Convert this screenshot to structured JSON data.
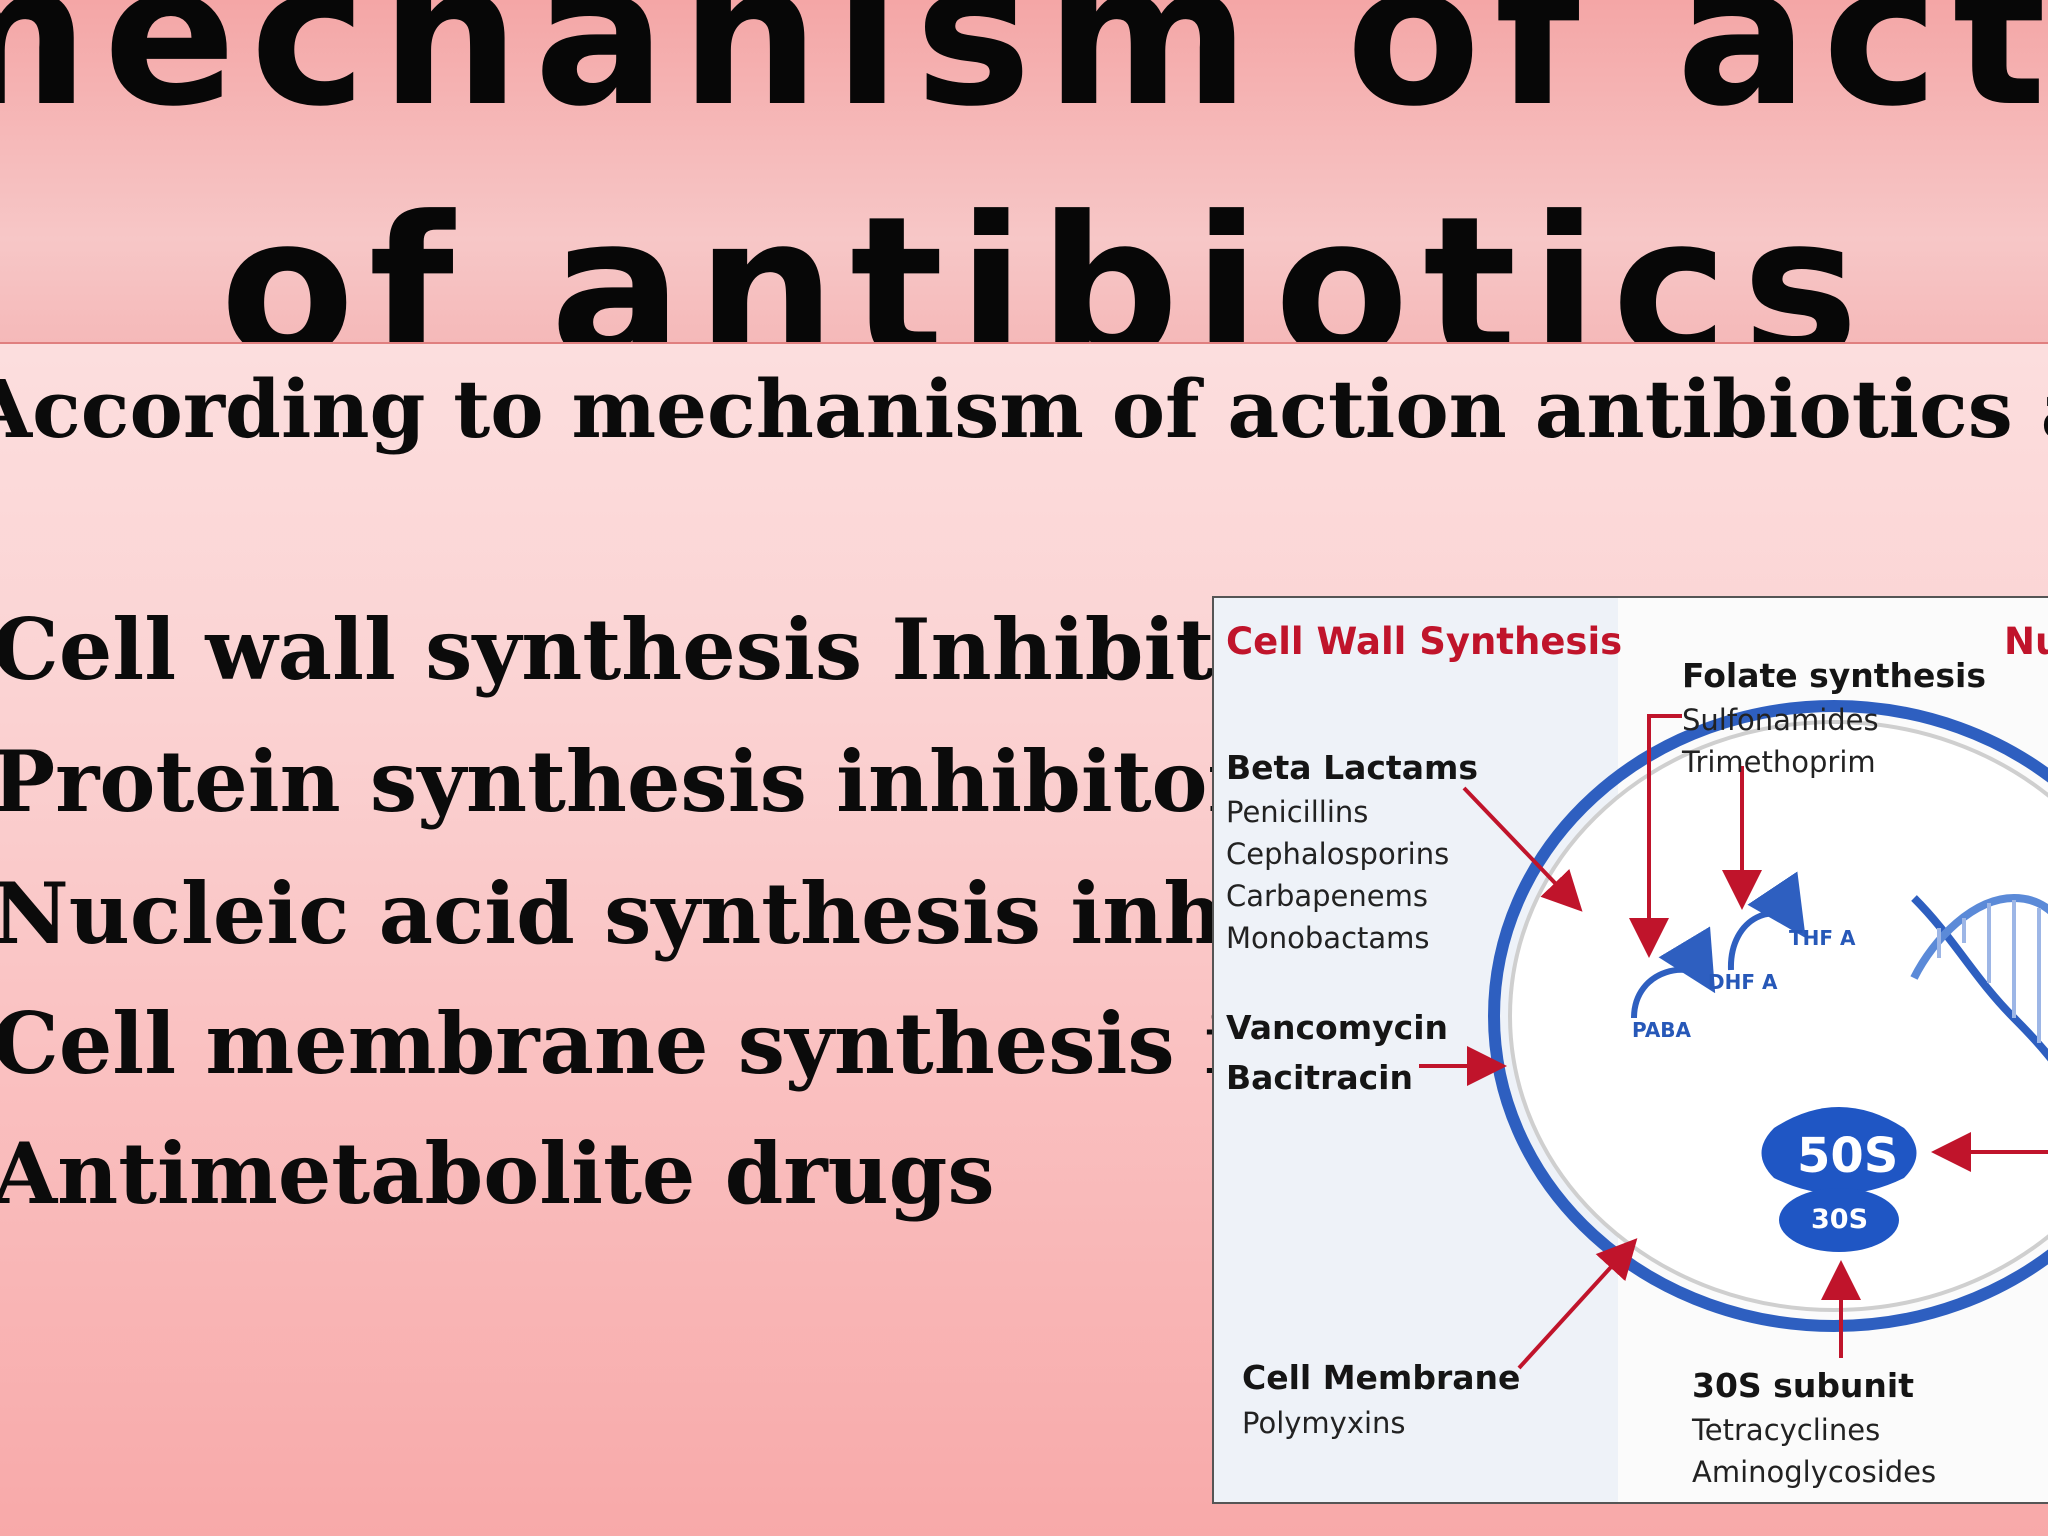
{
  "slide": {
    "title_line_1": "mechanism of action",
    "title_line_2": "of antibiotics",
    "intro": "According to mechanism of action antibiotics are classified",
    "items": [
      "Cell wall synthesis Inhibitor",
      "Protein synthesis inhibitor",
      "Nucleic acid synthesis inhibitor",
      "Cell membrane synthesis inhibitors",
      "Antimetabolite drugs"
    ]
  },
  "figure": {
    "heading_left": "Cell Wall Synthesis",
    "heading_right": "Nu",
    "beta_lactams": {
      "label": "Beta Lactams",
      "drugs": [
        "Penicillins",
        "Cephalosporins",
        "Carbapenems",
        "Monobactams"
      ]
    },
    "vancomycin_group": [
      "Vancomycin",
      "Bacitracin"
    ],
    "cell_membrane": {
      "label": "Cell Membrane",
      "drugs": [
        "Polymyxins"
      ]
    },
    "folate": {
      "label": "Folate synthesis",
      "drugs": [
        "Sulfonamides",
        "Trimethoprim"
      ]
    },
    "pathway": {
      "paba": "PABA",
      "dhfa": "DHF A",
      "thfa": "THF A"
    },
    "ribosome": {
      "large": "50S",
      "small": "30S"
    },
    "subunit_30s": {
      "label": "30S subunit",
      "drugs": [
        "Tetracyclines",
        "Aminoglycosides"
      ]
    },
    "colors": {
      "accent_red": "#c0142b",
      "membrane_blue": "#2e5fc0",
      "ribosome_blue": "#1f56c4"
    }
  }
}
